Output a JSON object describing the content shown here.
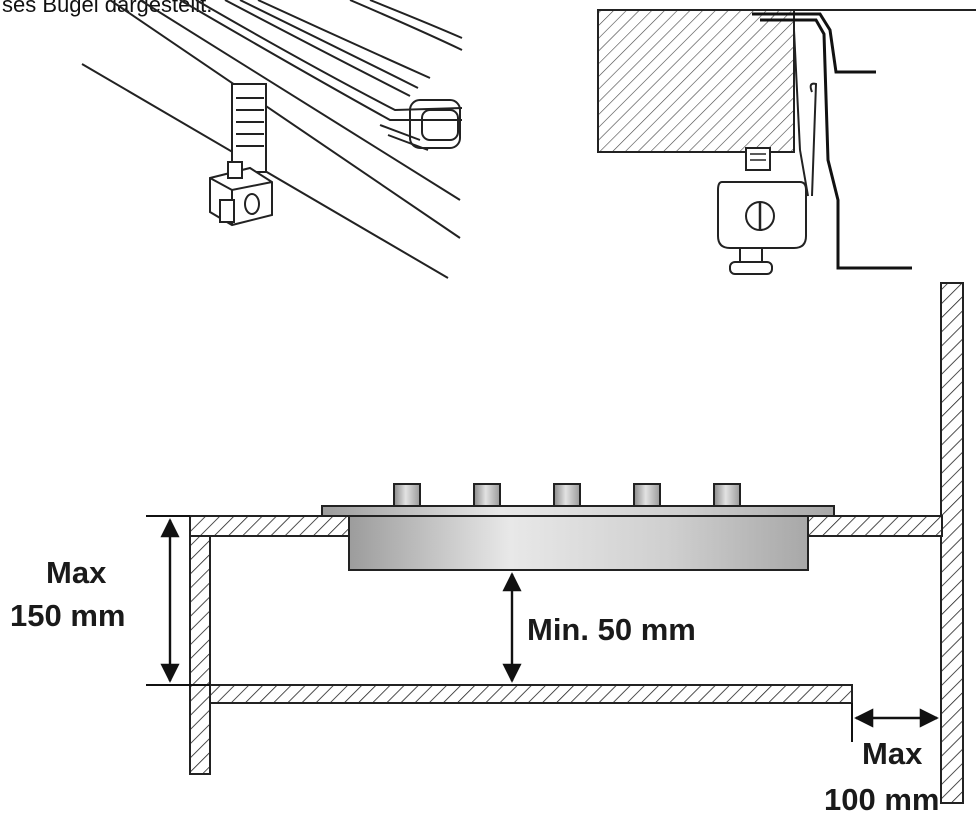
{
  "caption": "ses Bügel dargestellt.",
  "labels": {
    "max_height_line1": "Max",
    "max_height_line2": "150 mm",
    "min_gap": "Min. 50 mm",
    "max_wall_line1": "Max",
    "max_wall_line2": "100 mm"
  },
  "knob_count": 5
}
